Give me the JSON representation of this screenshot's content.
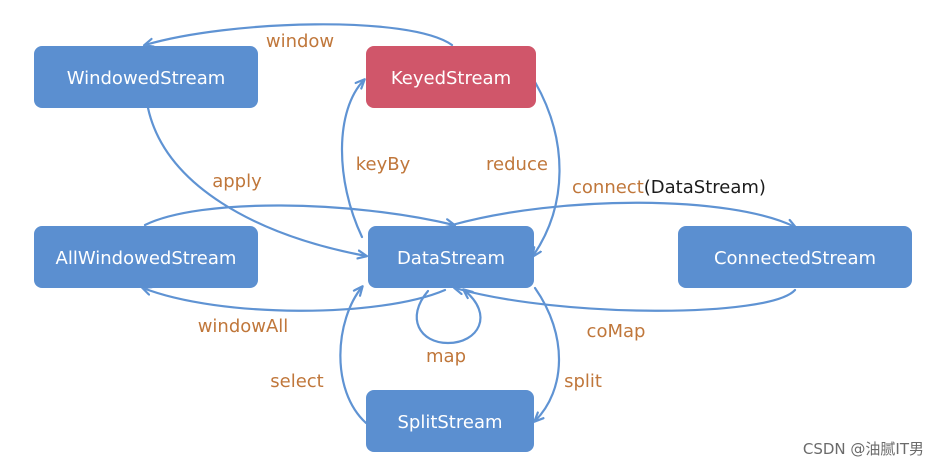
{
  "colors": {
    "node_fill": "#5b8fd0",
    "node_highlight_fill": "#d0566a",
    "edge": "#5f93d3",
    "label": "#c0773b",
    "label_dark": "#1c1c1c"
  },
  "nodes": {
    "windowed_stream": "WindowedStream",
    "keyed_stream": "KeyedStream",
    "all_windowed_stream": "AllWindowedStream",
    "data_stream": "DataStream",
    "connected_stream": "ConnectedStream",
    "split_stream": "SplitStream"
  },
  "edges": {
    "window": "window",
    "key_by": "keyBy",
    "reduce": "reduce",
    "apply": "apply",
    "connect": "connect",
    "connect_arg": "(DataStream)",
    "window_all": "windowAll",
    "map": "map",
    "co_map": "coMap",
    "select": "select",
    "split": "split"
  },
  "watermark": "CSDN @油腻IT男"
}
